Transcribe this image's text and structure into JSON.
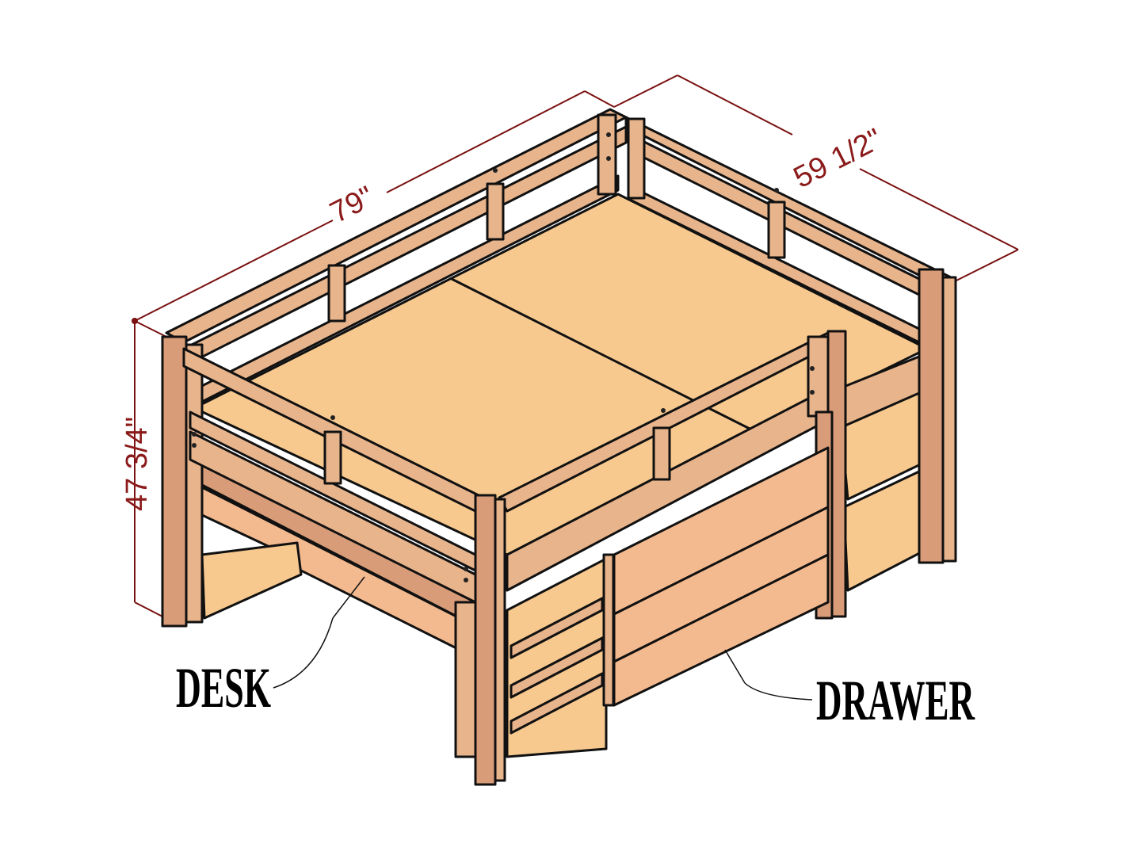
{
  "dimensions": {
    "length": "79\"",
    "width": "59 1/2\"",
    "height": "47 3/4\""
  },
  "labels": {
    "desk": "DESK",
    "drawer": "DRAWER"
  },
  "colors": {
    "wood": "#e8b48c",
    "plywood": "#f7c98f",
    "dimension": "#8b1a1a"
  }
}
